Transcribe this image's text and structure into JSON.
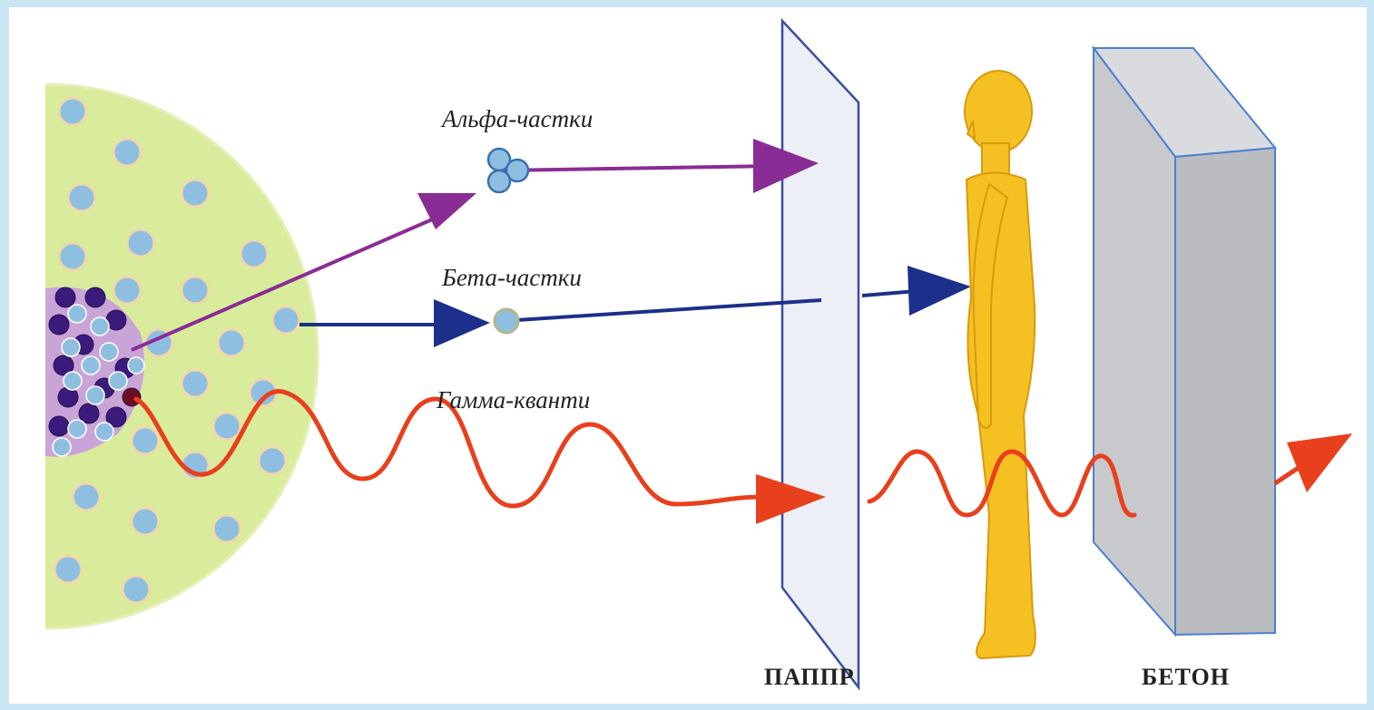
{
  "labels": {
    "alpha": "Альфа-частки",
    "beta": "Бета-частки",
    "gamma": "Гамма-кванти",
    "paper": "ПАППР",
    "concrete": "БЕТОН"
  },
  "colors": {
    "frame": "#c9e6f5",
    "source_region": "#d9ec9c",
    "nucleus_bg": "#c9a4d6",
    "nucleon_blue": "#8fbfe0",
    "nucleon_purple": "#3a1a7a",
    "alpha_arrow": "#8a2c95",
    "beta_arrow": "#1c2f8a",
    "gamma_wave": "#e8401c",
    "paper_fill": "#eceff6",
    "paper_edge": "#3a4fa0",
    "human_body": "#f5c021",
    "concrete_front": "#c8c9cd",
    "concrete_side": "#a9aaad",
    "concrete_edge": "#4a7fd0"
  },
  "icons": [
    "radioactive-source",
    "alpha-particle",
    "beta-particle",
    "paper-sheet",
    "human-figure",
    "concrete-block"
  ]
}
